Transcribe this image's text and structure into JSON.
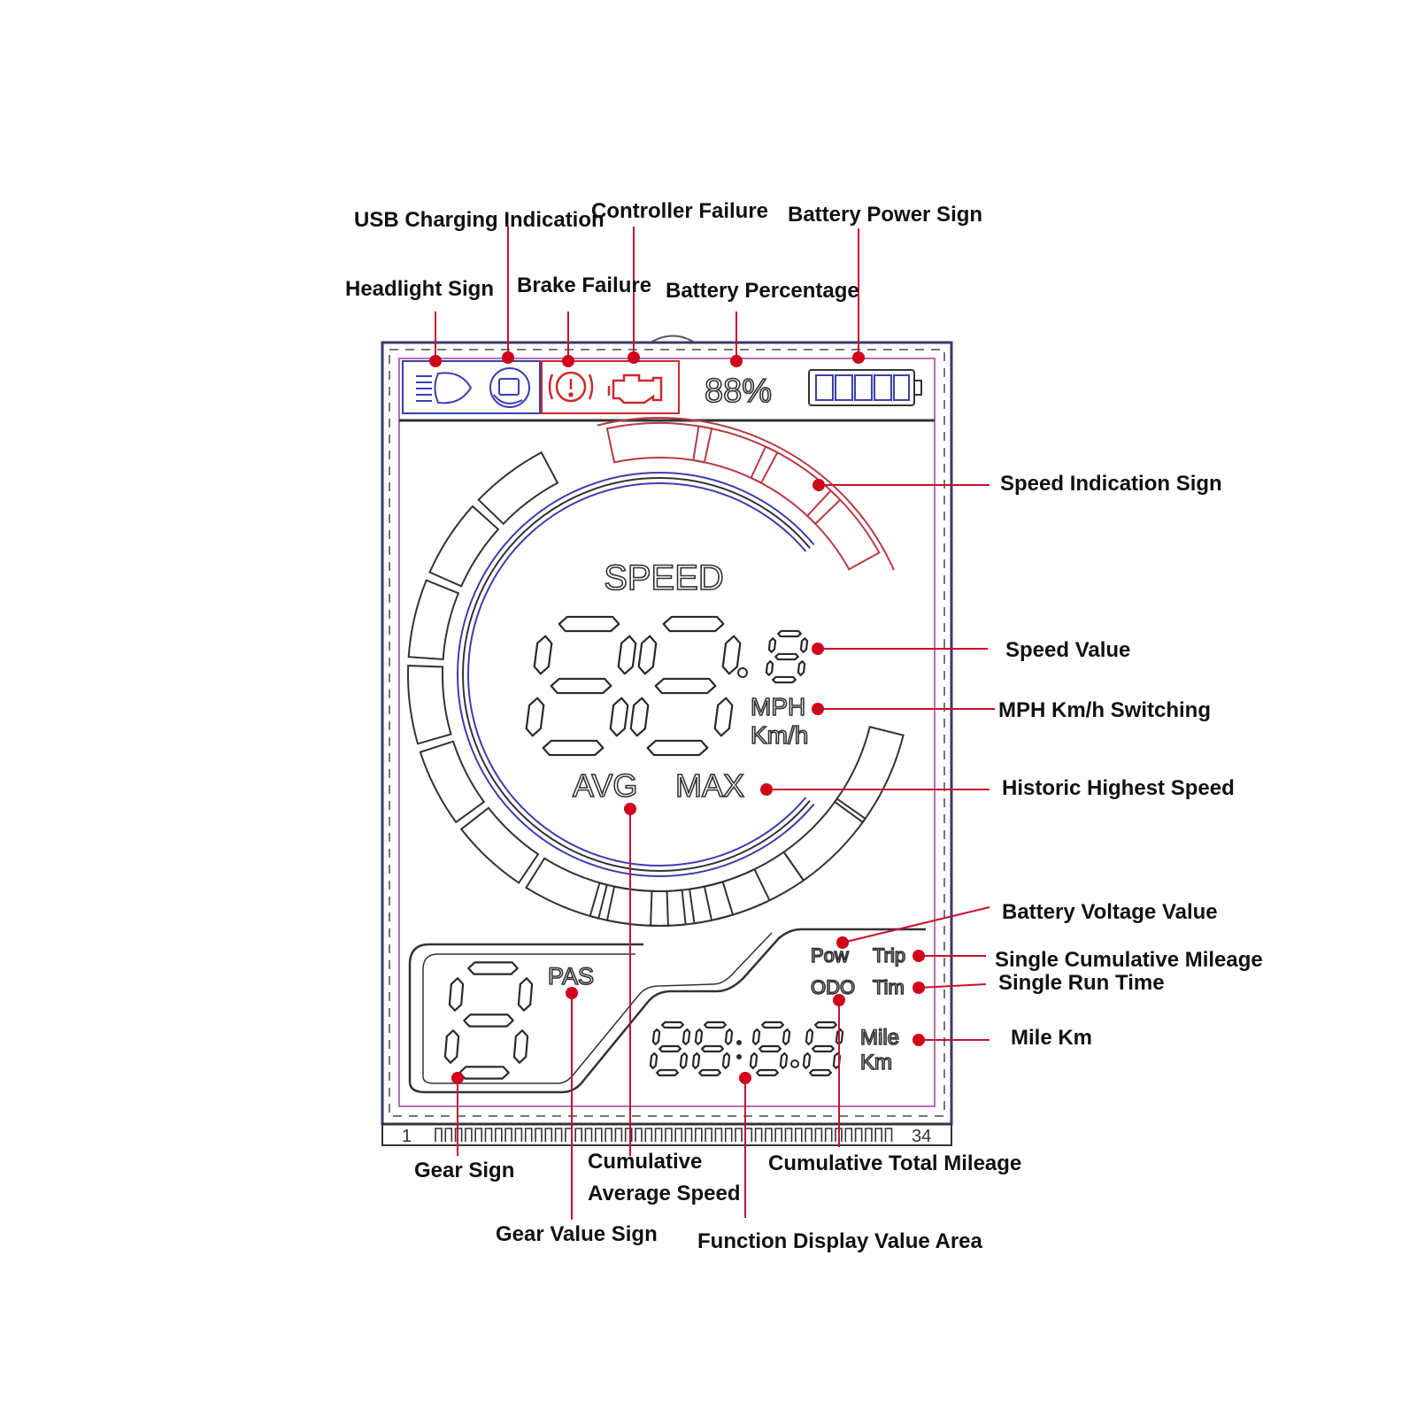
{
  "colors": {
    "frame_outer": "#3a3a6a",
    "frame_inner": "#b66fb0",
    "status_blue": "#3a3fae",
    "status_red": "#cc2a2a",
    "leader_red": "#d0021b",
    "speed_arc_blue": "#3a3fae",
    "speed_arc_red": "#b83a44",
    "text": "#111111"
  },
  "icons": [
    "headlight-icon",
    "usb-charging-icon",
    "brake-failure-icon",
    "controller-failure-icon",
    "battery-icon"
  ],
  "display": {
    "battery_percent_text": "88%",
    "speed_heading": "SPEED",
    "unit_mph": "MPH",
    "unit_kmh": "Km/h",
    "avg": "AVG",
    "max": "MAX",
    "pas": "PAS",
    "pow": "Pow",
    "trip": "Trip",
    "odo": "ODO",
    "time": "Tim",
    "mile": "Mile",
    "km": "Km",
    "pin_first": "1",
    "pin_last": "34"
  },
  "callouts": {
    "usb_charging": "USB Charging Indication",
    "controller_failure": "Controller Failure",
    "battery_power_sign": "Battery Power Sign",
    "headlight_sign": "Headlight Sign",
    "brake_failure": "Brake Failure",
    "battery_percentage": "Battery Percentage",
    "speed_indication": "Speed Indication Sign",
    "speed_value": "Speed Value",
    "mph_kmh_switching": "MPH Km/h Switching",
    "historic_highest_speed": "Historic Highest Speed",
    "battery_voltage_value": "Battery Voltage Value",
    "single_cumulative_mileage": "Single Cumulative Mileage",
    "single_run_time": "Single Run Time",
    "mile_km": "Mile Km",
    "gear_sign": "Gear Sign",
    "cumulative_line1": "Cumulative",
    "cumulative_line2": "Average Speed",
    "cumulative_total_mileage": "Cumulative Total Mileage",
    "gear_value_sign": "Gear Value Sign",
    "function_display_value_area": "Function Display Value Area"
  }
}
